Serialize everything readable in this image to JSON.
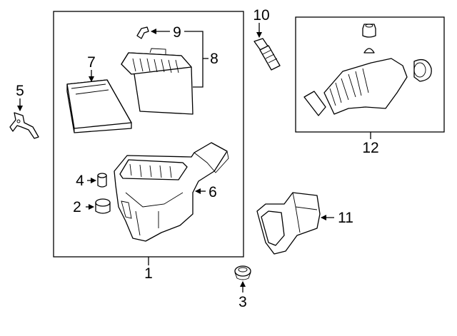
{
  "diagram": {
    "callouts": [
      {
        "id": "1",
        "label": "1"
      },
      {
        "id": "2",
        "label": "2"
      },
      {
        "id": "3",
        "label": "3"
      },
      {
        "id": "4",
        "label": "4"
      },
      {
        "id": "5",
        "label": "5"
      },
      {
        "id": "6",
        "label": "6"
      },
      {
        "id": "7",
        "label": "7"
      },
      {
        "id": "8",
        "label": "8"
      },
      {
        "id": "9",
        "label": "9"
      },
      {
        "id": "10",
        "label": "10"
      },
      {
        "id": "11",
        "label": "11"
      },
      {
        "id": "12",
        "label": "12"
      }
    ],
    "line_color": "#000000",
    "background": "#ffffff"
  }
}
